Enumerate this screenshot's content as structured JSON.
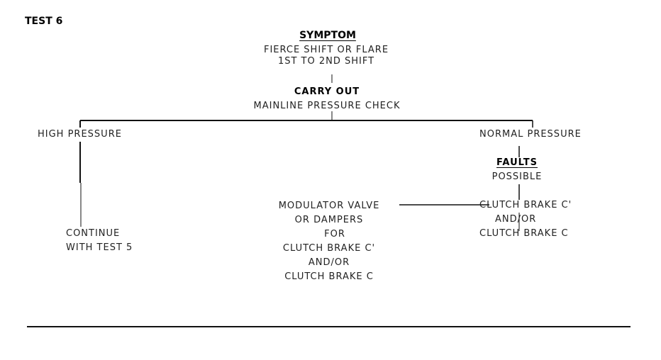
{
  "page": {
    "title": "TEST 6"
  },
  "symptom": {
    "heading": "SYMPTOM",
    "line1": "FIERCE SHIFT OR FLARE",
    "line2": "1ST TO 2ND SHIFT"
  },
  "action": {
    "heading": "CARRY OUT",
    "text": "MAINLINE PRESSURE CHECK"
  },
  "high_branch": {
    "label": "HIGH PRESSURE",
    "result_line1": "CONTINUE",
    "result_line2": "WITH TEST 5"
  },
  "normal_branch": {
    "label": "NORMAL PRESSURE",
    "faults_heading": "FAULTS",
    "faults_sub": "POSSIBLE",
    "fault_line1": "CLUTCH BRAKE C'",
    "fault_line2": "AND/OR",
    "fault_line3": "CLUTCH BRAKE C"
  },
  "modulator": {
    "line1": "MODULATOR VALVE",
    "line2": "OR DAMPERS",
    "line3": "FOR",
    "line4": "CLUTCH BRAKE C'",
    "line5": "AND/OR",
    "line6": "CLUTCH BRAKE C"
  },
  "colors": {
    "lines": "#111111",
    "text": "#222222"
  }
}
